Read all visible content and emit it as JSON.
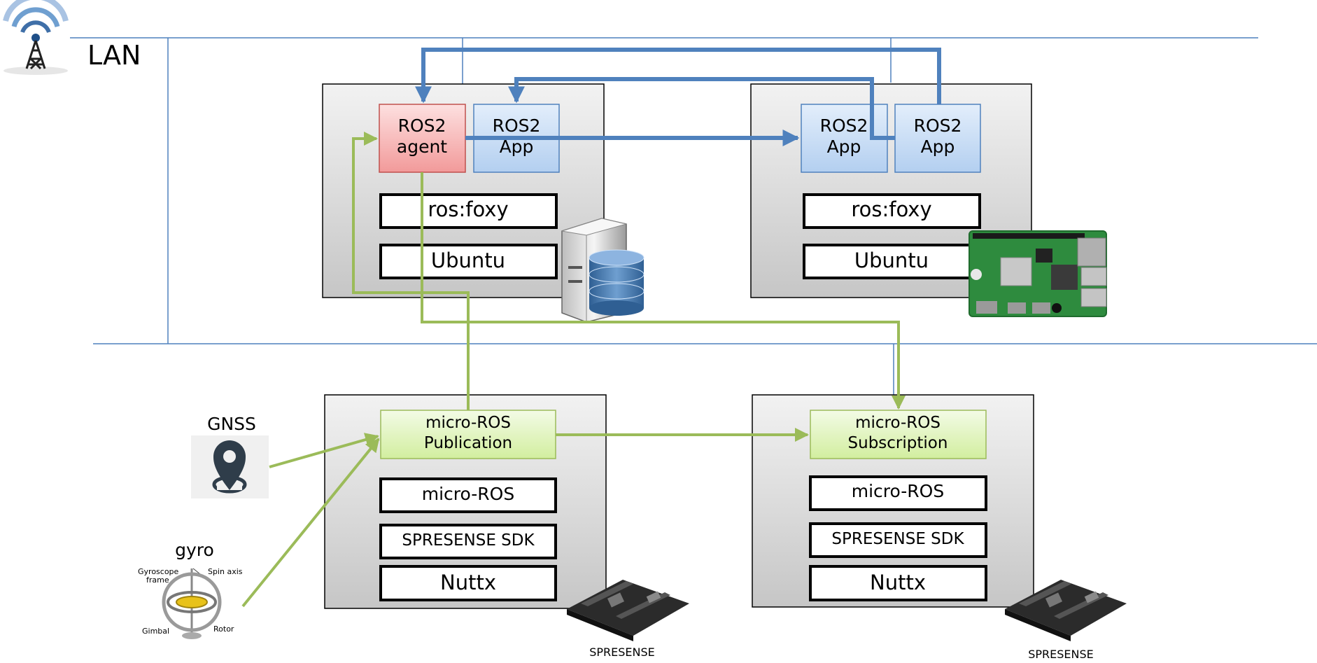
{
  "network": {
    "lan_label": "LAN"
  },
  "host_pc": {
    "agent_line1": "ROS2",
    "agent_line2": "agent",
    "app_line1": "ROS2",
    "app_line2": "App",
    "ros_label": "ros:foxy",
    "os_label": "Ubuntu"
  },
  "host_rpi": {
    "app1_line1": "ROS2",
    "app1_line2": "App",
    "app2_line1": "ROS2",
    "app2_line2": "App",
    "ros_label": "ros:foxy",
    "os_label": "Ubuntu"
  },
  "device_pub": {
    "top_line1": "micro-ROS",
    "top_line2": "Publication",
    "layer1": "micro-ROS",
    "layer2": "SPRESENSE SDK",
    "layer3": "Nuttx",
    "board_caption": "SPRESENSE"
  },
  "device_sub": {
    "top_line1": "micro-ROS",
    "top_line2": "Subscription",
    "layer1": "micro-ROS",
    "layer2": "SPRESENSE SDK",
    "layer3": "Nuttx",
    "board_caption": "SPRESENSE"
  },
  "sensors": {
    "gnss_label": "GNSS",
    "gyro_label": "gyro",
    "gyro_parts": {
      "frame_line1": "Gyroscope",
      "frame_line2": "frame",
      "spin_axis": "Spin axis",
      "gimbal": "Gimbal",
      "rotor": "Rotor"
    }
  },
  "colors": {
    "lan_line": "#4f81bd",
    "blue_arrow": "#4f81bd",
    "green_arrow": "#9bbb59",
    "agent_fill": "#f9c0c0",
    "app_fill": "#cfe2f8",
    "micro_fill": "#e4f5c6"
  }
}
